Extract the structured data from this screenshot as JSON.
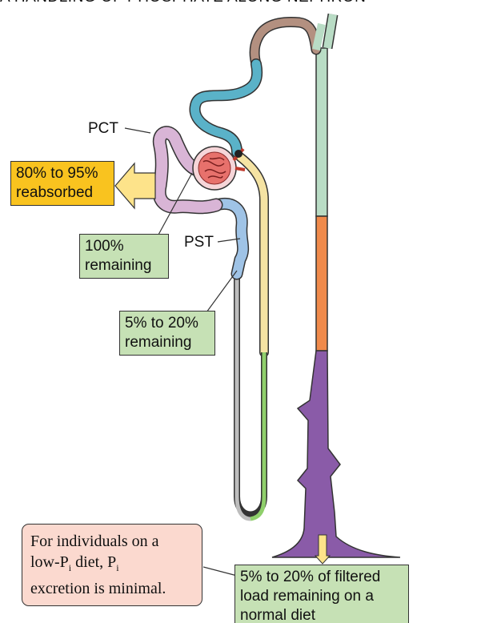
{
  "title": "A  HANDLING OF PHOSPHATE ALONG NEPHRON",
  "labels": {
    "pct": "PCT",
    "pst": "PST"
  },
  "boxes": {
    "reabsorbed": [
      "80% to 95%",
      "reabsorbed"
    ],
    "remaining_100": [
      "100%",
      "remaining"
    ],
    "remaining_5_20": [
      "5% to 20%",
      "remaining"
    ],
    "low_pi_note": {
      "line1": "For individuals on a",
      "line2_a": "low-P",
      "line2_sub": "i",
      "line2_b": " diet, P",
      "line2_sub2": "i",
      "line3": "excretion is minimal."
    },
    "filtered_load": [
      "5% to 20% of filtered",
      "load remaining on a",
      "normal diet"
    ]
  },
  "colors": {
    "green_box": "#c6e1b5",
    "yellow_box": "#f9c31f",
    "pink_box": "#fbd9cf",
    "pct_tubule": "#d9b5d6",
    "pst_tubule": "#9fc3e6",
    "thick_ascending": "#f5e3a3",
    "distal_blue": "#5ab2c8",
    "connecting": "#b39080",
    "collecting_green": "#b9dcc5",
    "collecting_orange": "#f08a4b",
    "collecting_purple": "#8a5ba8",
    "glomerulus": "#d9534f",
    "arrow_yellow": "#fde38a"
  }
}
